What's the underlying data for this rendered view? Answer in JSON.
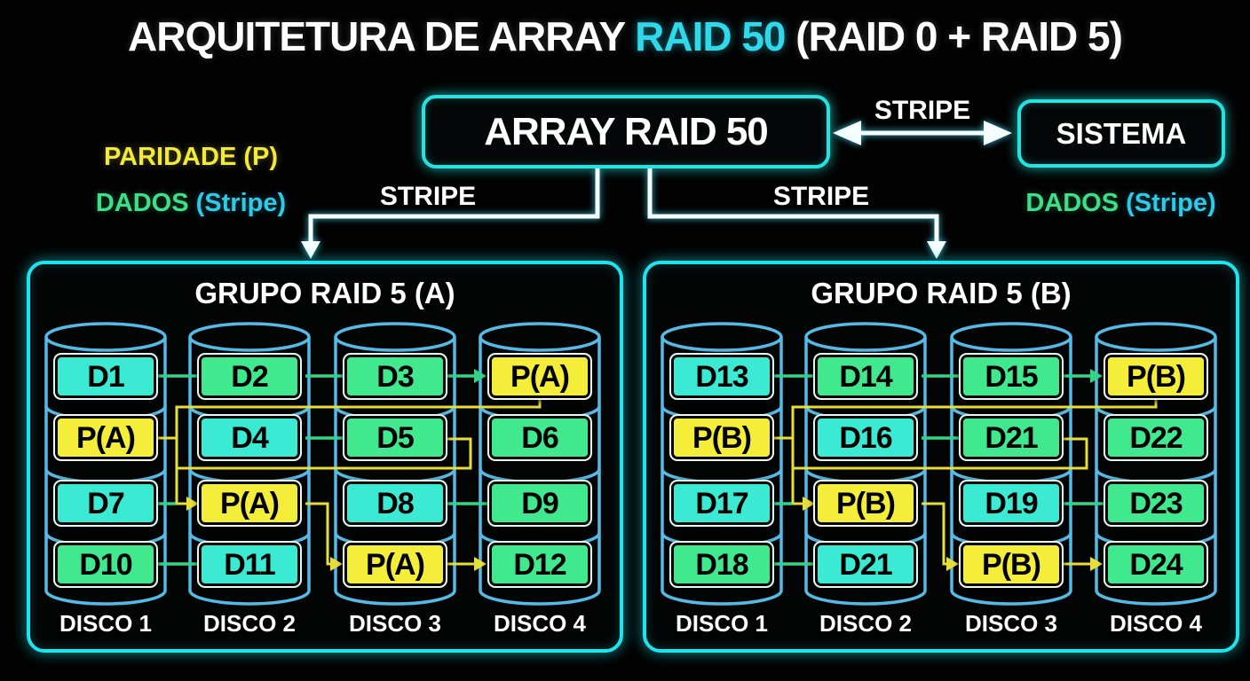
{
  "title": {
    "pre": "ARQUITETURA DE ARRAY ",
    "highlight": "RAID 50",
    "post": " (RAID 0 + RAID 5)"
  },
  "top": {
    "array_box_label": "ARRAY RAID 50",
    "system_box_label": "SISTEMA",
    "stripe_top_label": "STRIPE",
    "stripe_left_label": "STRIPE",
    "stripe_right_label": "STRIPE"
  },
  "legend_left": {
    "parity": "PARIDADE (P)",
    "data_word": "DADOS",
    "data_paren": " (Stripe)"
  },
  "legend_right": {
    "data_word": "DADOS",
    "data_paren": " (Stripe)"
  },
  "colors": {
    "accent_cyan_border": "#1ee4ee",
    "title_highlight": "#2fd8ea",
    "parity_yellow": "#f4ed39",
    "data_green": "#41e98e",
    "data_turquoise": "#3bead3",
    "legend_green": "#3ce08a",
    "legend_cyan": "#2bcbe9",
    "legend_yellow": "#f2e93c",
    "cylinder_stroke": "#55bae6",
    "connector_green": "#34d488",
    "connector_yellow": "#e9dd37"
  },
  "groups": [
    {
      "title": "GRUPO RAID 5 (A)",
      "disks": [
        "DISCO 1",
        "DISCO 2",
        "DISCO 3",
        "DISCO 4"
      ],
      "rows": [
        [
          {
            "label": "D1",
            "type": "turquoise"
          },
          {
            "label": "D2",
            "type": "green"
          },
          {
            "label": "D3",
            "type": "green"
          },
          {
            "label": "P(A)",
            "type": "yellow"
          }
        ],
        [
          {
            "label": "P(A)",
            "type": "yellow"
          },
          {
            "label": "D4",
            "type": "turquoise"
          },
          {
            "label": "D5",
            "type": "green"
          },
          {
            "label": "D6",
            "type": "green"
          }
        ],
        [
          {
            "label": "D7",
            "type": "turquoise"
          },
          {
            "label": "P(A)",
            "type": "yellow"
          },
          {
            "label": "D8",
            "type": "turquoise"
          },
          {
            "label": "D9",
            "type": "green"
          }
        ],
        [
          {
            "label": "D10",
            "type": "green"
          },
          {
            "label": "D11",
            "type": "turquoise"
          },
          {
            "label": "P(A)",
            "type": "yellow"
          },
          {
            "label": "D12",
            "type": "green"
          }
        ]
      ]
    },
    {
      "title": "GRUPO RAID 5 (B)",
      "disks": [
        "DISCO 1",
        "DISCO 2",
        "DISCO 3",
        "DISCO 4"
      ],
      "rows": [
        [
          {
            "label": "D13",
            "type": "turquoise"
          },
          {
            "label": "D14",
            "type": "green"
          },
          {
            "label": "D15",
            "type": "green"
          },
          {
            "label": "P(B)",
            "type": "yellow"
          }
        ],
        [
          {
            "label": "P(B)",
            "type": "yellow"
          },
          {
            "label": "D16",
            "type": "turquoise"
          },
          {
            "label": "D21",
            "type": "green"
          },
          {
            "label": "D22",
            "type": "green"
          }
        ],
        [
          {
            "label": "D17",
            "type": "turquoise"
          },
          {
            "label": "P(B)",
            "type": "yellow"
          },
          {
            "label": "D19",
            "type": "turquoise"
          },
          {
            "label": "D23",
            "type": "green"
          }
        ],
        [
          {
            "label": "D18",
            "type": "green"
          },
          {
            "label": "D21",
            "type": "turquoise"
          },
          {
            "label": "P(B)",
            "type": "yellow"
          },
          {
            "label": "D24",
            "type": "green"
          }
        ]
      ]
    }
  ]
}
